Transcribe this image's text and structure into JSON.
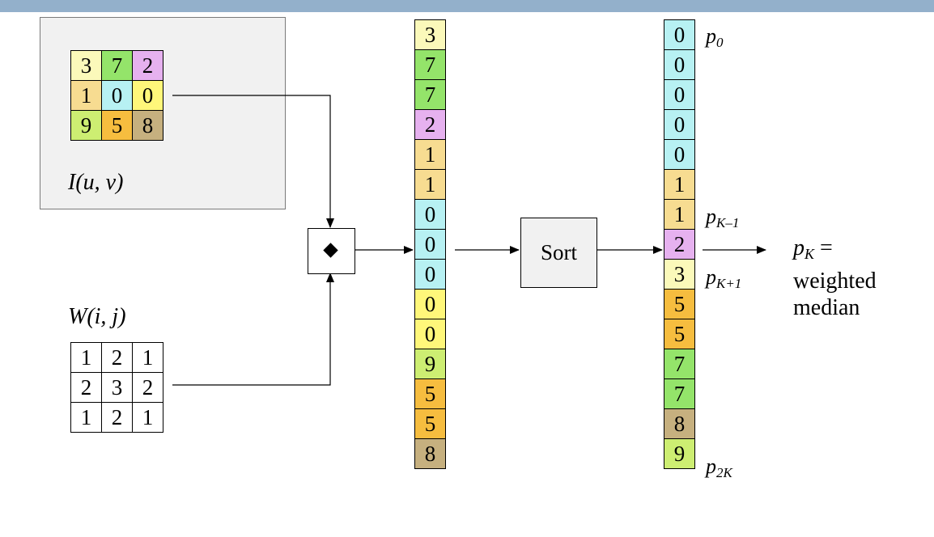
{
  "colors": {
    "0": "#b7f1f3",
    "1": "#f7dc91",
    "2": "#e6b1ef",
    "3": "#fbf9ba",
    "5": "#f6bd3f",
    "7": "#94e46a",
    "8": "#c6b07f",
    "9": "#cdee72",
    "zero-yellow": "#fff77a",
    "panel": "#f1f1f1",
    "topbar": "#93b0cb"
  },
  "image": {
    "label": "I(u, v)",
    "cells": [
      {
        "v": "3",
        "c": "#fbf9ba"
      },
      {
        "v": "7",
        "c": "#94e46a"
      },
      {
        "v": "2",
        "c": "#e6b1ef"
      },
      {
        "v": "1",
        "c": "#f7dc91"
      },
      {
        "v": "0",
        "c": "#b7f1f3"
      },
      {
        "v": "0",
        "c": "#fff77a"
      },
      {
        "v": "9",
        "c": "#cdee72"
      },
      {
        "v": "5",
        "c": "#f6bd3f"
      },
      {
        "v": "8",
        "c": "#c6b07f"
      }
    ]
  },
  "weights": {
    "label": "W(i, j)",
    "cells": [
      "1",
      "2",
      "1",
      "2",
      "3",
      "2",
      "1",
      "2",
      "1"
    ]
  },
  "operator_icon": "diamond-icon",
  "weighted_list": [
    {
      "v": "3",
      "c": "#fbf9ba"
    },
    {
      "v": "7",
      "c": "#94e46a"
    },
    {
      "v": "7",
      "c": "#94e46a"
    },
    {
      "v": "2",
      "c": "#e6b1ef"
    },
    {
      "v": "1",
      "c": "#f7dc91"
    },
    {
      "v": "1",
      "c": "#f7dc91"
    },
    {
      "v": "0",
      "c": "#b7f1f3"
    },
    {
      "v": "0",
      "c": "#b7f1f3"
    },
    {
      "v": "0",
      "c": "#b7f1f3"
    },
    {
      "v": "0",
      "c": "#fff77a"
    },
    {
      "v": "0",
      "c": "#fff77a"
    },
    {
      "v": "9",
      "c": "#cdee72"
    },
    {
      "v": "5",
      "c": "#f6bd3f"
    },
    {
      "v": "5",
      "c": "#f6bd3f"
    },
    {
      "v": "8",
      "c": "#c6b07f"
    }
  ],
  "sort_label": "Sort",
  "sorted_list": [
    {
      "v": "0",
      "c": "#b7f1f3"
    },
    {
      "v": "0",
      "c": "#b7f1f3"
    },
    {
      "v": "0",
      "c": "#b7f1f3"
    },
    {
      "v": "0",
      "c": "#b7f1f3"
    },
    {
      "v": "0",
      "c": "#b7f1f3"
    },
    {
      "v": "1",
      "c": "#f7dc91"
    },
    {
      "v": "1",
      "c": "#f7dc91"
    },
    {
      "v": "2",
      "c": "#e6b1ef"
    },
    {
      "v": "3",
      "c": "#fbf9ba"
    },
    {
      "v": "5",
      "c": "#f6bd3f"
    },
    {
      "v": "5",
      "c": "#f6bd3f"
    },
    {
      "v": "7",
      "c": "#94e46a"
    },
    {
      "v": "7",
      "c": "#94e46a"
    },
    {
      "v": "8",
      "c": "#c6b07f"
    },
    {
      "v": "9",
      "c": "#cdee72"
    }
  ],
  "pointer_labels": {
    "p0": {
      "base": "p",
      "sub": "0"
    },
    "pKm1": {
      "base": "p",
      "sub": "K–1"
    },
    "pKp1": {
      "base": "p",
      "sub": "K+1"
    },
    "p2K": {
      "base": "p",
      "sub": "2K"
    }
  },
  "result": {
    "base": "p",
    "sub": "K",
    "eq": " =",
    "line2": "weighted",
    "line3": "median"
  }
}
